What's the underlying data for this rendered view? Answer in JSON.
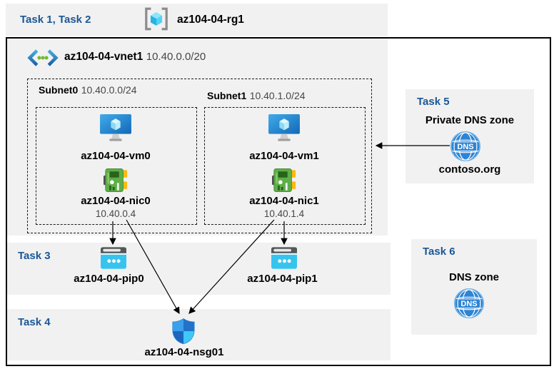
{
  "diagram": {
    "resource_group": {
      "task_label": "Task 1, Task 2",
      "name": "az104-04-rg1"
    },
    "vnet": {
      "name": "az104-04-vnet1",
      "cidr": "10.40.0.0/20"
    },
    "subnets": [
      {
        "name": "Subnet0",
        "cidr": "10.40.0.0/24",
        "vm_name": "az104-04-vm0",
        "nic_name": "az104-04-nic0",
        "nic_ip": "10.40.0.4"
      },
      {
        "name": "Subnet1",
        "cidr": "10.40.1.0/24",
        "vm_name": "az104-04-vm1",
        "nic_name": "az104-04-nic1",
        "nic_ip": "10.40.1.4"
      }
    ],
    "task3": {
      "label": "Task 3",
      "pips": [
        "az104-04-pip0",
        "az104-04-pip1"
      ]
    },
    "task4": {
      "label": "Task 4",
      "nsg_name": "az104-04-nsg01"
    },
    "task5": {
      "label": "Task 5",
      "title": "Private DNS zone",
      "zone_name": "contoso.org"
    },
    "task6": {
      "label": "Task 6",
      "title": "DNS zone"
    },
    "dns_icon_text": "DNS",
    "colors": {
      "band_bg": "#f1f1f1",
      "task_text": "#1b5796",
      "border": "#000000"
    }
  }
}
